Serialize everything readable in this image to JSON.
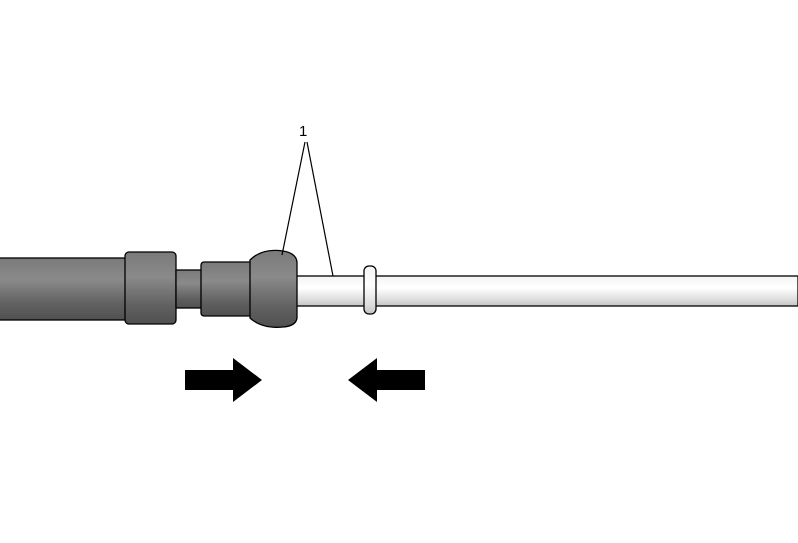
{
  "callouts": [
    {
      "label": "1"
    }
  ],
  "colors": {
    "background": "#ffffff",
    "dark_hose": "#6a6a6a",
    "dark_hose_light": "#8a8a8a",
    "dark_hose_shadow": "#4e4e4e",
    "light_pipe": "#e8e8e8",
    "light_pipe_shadow": "#bdbdbd",
    "outline": "#000000",
    "arrow": "#000000"
  },
  "arrows": [
    {
      "direction": "right"
    },
    {
      "direction": "left"
    }
  ]
}
